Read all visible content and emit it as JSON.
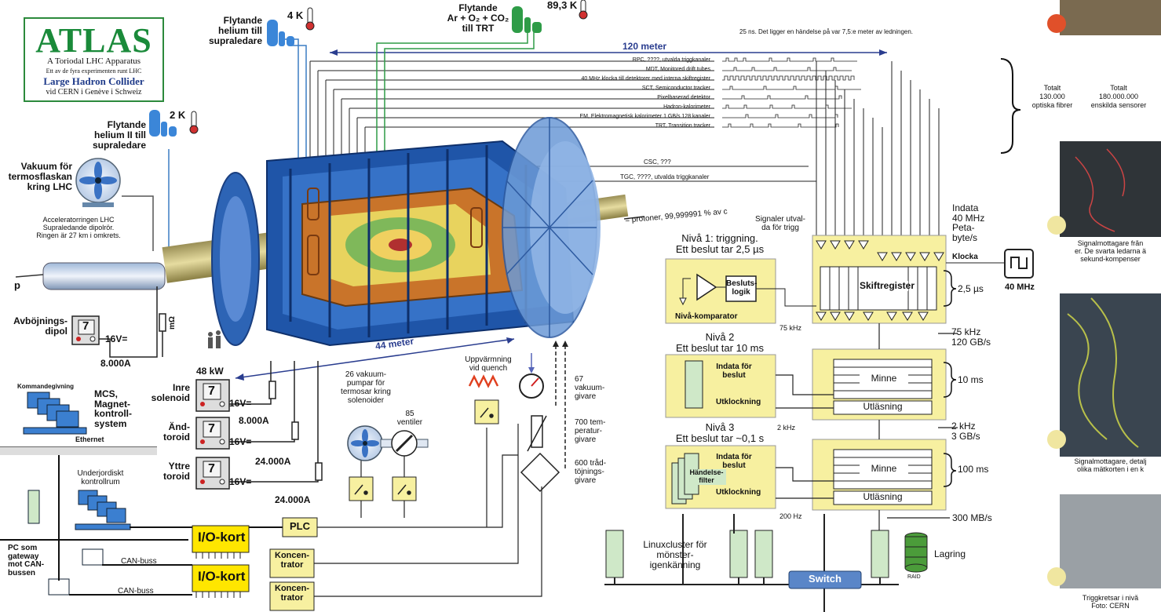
{
  "logo": {
    "title": "ATLAS",
    "line1": "A Toriodal LHC Apparatus",
    "line2": "Ett av de fyra experimenten runt LHC",
    "line3": "Large Hadron Collider",
    "line4": "vid CERN i Genève i Schweiz"
  },
  "cryo": {
    "helium_label": "Flytande\nhelium till\nsupraledare",
    "helium_temp": "4 K",
    "argon_label": "Flytande\nAr + O₂ + CO₂\ntill TRT",
    "argon_temp": "89,3 K",
    "helium2_label": "Flytande\nhelium II till\nsupraledare",
    "helium2_temp": "2 K"
  },
  "left": {
    "vacuum_label": "Vakuum för\ntermosflaskan\nkring LHC",
    "ring_label": "Acceleratorringen LHC\nSupraledande dipolrör.\nRingen är 27 km i omkrets.",
    "p_label": "p",
    "dipole_label": "Avböjnings-\ndipol",
    "dipole_voltage": "16V=",
    "dipole_current": "8.000A",
    "milliohm": "mΩ",
    "power": "48 kW",
    "inner_label": "Inre\nsolenoid",
    "inner_voltage": "16V=",
    "inner_current": "8.000A",
    "end_label": "Änd-\ntoroid",
    "end_voltage": "16V=",
    "end_current": "24.000A",
    "outer_label": "Yttre\ntoroid",
    "outer_voltage": "16V=",
    "outer_current": "24.000A",
    "meter_digit": "7"
  },
  "control": {
    "command_label": "Kommandegivning",
    "mcs_label": "MCS,\nMagnet-\nkontroll-\nsystem",
    "ethernet_label": "Ethernet",
    "underground_label": "Underjordiskt\nkontrollrum",
    "pc_gateway_label": "PC som\ngateway\nmot CAN-\nbussen",
    "canbus1": "CAN-buss",
    "canbus2": "CAN-buss",
    "io1": "I/O-kort",
    "io2": "I/O-kort",
    "conc1": "Koncen-\ntrator",
    "conc2": "Koncen-\ntrator",
    "plc": "PLC"
  },
  "center": {
    "length_120": "120 meter",
    "length_44": "44 meter",
    "pumps_label": "26 vakuum-\npumpar för\ntermosar kring\nsolenoider",
    "valves_label": "85\nventiler",
    "quench_label": "Uppvärmning\nvid quench",
    "vac_sensors": "67\nvakuum-\ngivare",
    "temp_sensors": "700 tem-\nperatur-\ngivare",
    "strain_sensors": "600 tråd-\ntöjnings-\ngivare",
    "protons_label": "= protoner, 99,999991 % av c"
  },
  "signals": {
    "top_note": "25 ns. Det ligger en händelse på var 7,5:e meter av ledningen.",
    "lines": [
      "RPC, ????, utvalda triggkanaler",
      "MDT, Monitored drift tubes",
      "40 MHz klocka till detektorer med interna skiftregister",
      "SCT, Semiconductor tracker",
      "Pixelbaserad detektor",
      "Hadron-kalorimeter",
      "EM, Elektromagnetisk kalorimeter   1 GB/s   128 kanaler",
      "TRT, Transition tracker"
    ],
    "csc": "CSC, ???",
    "tgc": "TGC, ????, utvalda triggkanaler"
  },
  "totals": {
    "fibers_head": "Totalt",
    "fibers_value": "130.000",
    "fibers_desc": "optiska fibrer",
    "sensors_head": "Totalt",
    "sensors_value": "180.000.000",
    "sensors_desc": "enskilda sensorer"
  },
  "trigger": {
    "input_label": "Indata\n40 MHz\nPeta-\nbyte/s",
    "clock_label": "Klocka",
    "clock_freq": "40 MHz",
    "selected_label": "Signaler utval-\nda för trigg",
    "level1_title": "Nivå 1: triggning.\nEtt beslut tar 2,5 µs",
    "decision_logic": "Besluts-\nlogik",
    "comparator": "Nivå-komparator",
    "shift_register": "Skiftregister",
    "delay_25": "2,5 µs",
    "rate_75khz_small": "75 kHz",
    "rate_75khz": "75 kHz\n120 GB/s",
    "level2_title": "Nivå 2\nEtt beslut tar 10 ms",
    "input_for_decision": "Indata för\nbeslut",
    "clock_out": "Utklockning",
    "memory": "Minne",
    "readout": "Utläsning",
    "delay_10ms": "10 ms",
    "rate_2khz_small": "2 kHz",
    "rate_2khz": "2 kHz\n3 GB/s",
    "level3_title": "Nivå 3\nEtt beslut tar ~0,1 s",
    "input_for_decision3": "Indata för\nbeslut",
    "event_filter": "Händelse-\nfilter",
    "clock_out3": "Utklockning",
    "memory3": "Minne",
    "readout3": "Utläsning",
    "delay_100ms": "100 ms",
    "rate_200hz": "200 Hz",
    "rate_300": "300 MB/s"
  },
  "cluster": {
    "linux_label": "Linuxcluster för\nmönster-\nigenkänning",
    "switch": "Switch",
    "storage": "Lagring",
    "raid": "RAID"
  },
  "captions": {
    "cap1": "Signalmottagare från\ner. De svarta ledarna ä\nsekund-kompenser",
    "cap2": "Signalmottagare, detalj\nolika mätkorten i en k",
    "cap3": "Triggkretsar i nivå\nFoto: CERN"
  },
  "colors": {
    "green": "#1a8a3a",
    "blue": "#2b6cb0",
    "yellow": "#f7f0a0",
    "io_yellow": "#ffe600"
  }
}
